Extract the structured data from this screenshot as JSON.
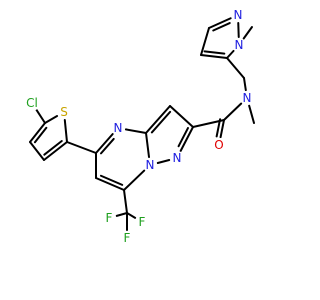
{
  "structure": {
    "atom_labels": {
      "cl": "Cl",
      "s_thiophene": "S",
      "n_pyrimidine": "N",
      "n_bridge": "N",
      "n_pyrazole": "N",
      "o_carbonyl": "O",
      "n_amide": "N",
      "n_methylpyrazole": "N",
      "n_pyrazole2": "N",
      "f_top": "F",
      "f_left": "F",
      "f_right": "F"
    },
    "colors": {
      "bond": "#000000",
      "chlorine": "#1FA01F",
      "sulfur": "#C8A400",
      "nitrogen": "#2020E0",
      "oxygen": "#E00000",
      "fluorine": "#1FA01F"
    }
  }
}
